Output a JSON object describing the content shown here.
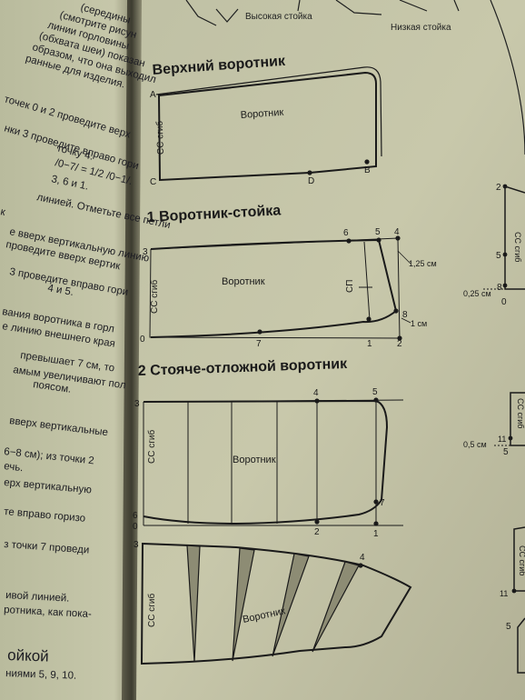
{
  "top_labels": {
    "high_stand": "Высокая стойка",
    "low_stand": "Низкая стойка"
  },
  "sections": {
    "upper_collar": {
      "heading": "Верхний воротник",
      "label": "Воротник",
      "fold": "СС сгиб",
      "points": {
        "A": "A",
        "B": "B",
        "C": "C",
        "D": "D"
      }
    },
    "stand_collar": {
      "heading": "1 Воротник-стойка",
      "label": "Воротник",
      "fold": "СС сгиб",
      "sp": "СП",
      "points": {
        "p0": "0",
        "p1": "1",
        "p2": "2",
        "p3": "3",
        "p4": "4",
        "p5": "5",
        "p6": "6",
        "p7": "7",
        "p8": "8"
      },
      "notes": {
        "n125": "1,25 см",
        "n1": "1 см"
      }
    },
    "turndown_collar": {
      "heading": "2 Стояче-отложной воротник",
      "label": "Воротник",
      "fold": "СС сгиб",
      "points": {
        "p0": "0",
        "p1": "1",
        "p2": "2",
        "p3": "3",
        "p4": "4",
        "p5": "5",
        "p6": "6",
        "p7": "7"
      }
    },
    "spread_collar": {
      "label": "Воротник",
      "fold": "СС сгиб",
      "points": {
        "p3": "3",
        "p4": "4"
      }
    }
  },
  "right_edge": {
    "labels": [
      "2",
      "СС сгиб",
      "5",
      "0,25 см",
      "8",
      "0",
      "СС сгиб",
      "0,5 см",
      "11",
      "5",
      "СС сгиб",
      "11",
      "5"
    ]
  },
  "left_page_lines": [
    "(середины",
    "(смотрите рисун",
    "линии горловины",
    "(обхвата шеи) показан",
    "образом, что она выходил",
    "ранные для изделия.",
    "точек 0 и 2 проведите верх",
    "нки 3 проведите вправо гори",
    "точку 4.",
    "/0−7/ = 1/2 /0−1/.",
    "3, 6 и 1.",
    "линией. Отметьте все петли",
    "к",
    "е вверх вертикальную линию",
    "проведите вверх вертик",
    "3 проведите вправо гори",
    "4 и 5.",
    "вания воротника в горл",
    "е линию внешнего края",
    "превышает 7 см, то",
    "амым увеличивают пол",
    "поясом.",
    "вверх вертикальные",
    "6−8 см); из точки 2",
    "ечь.",
    "ерх вертикальную",
    "те вправо горизо",
    "з точки 7 проведи",
    "ивой линией.",
    "ротника, как пока-",
    "ойкой",
    "ниями 5, 9, 10."
  ]
}
